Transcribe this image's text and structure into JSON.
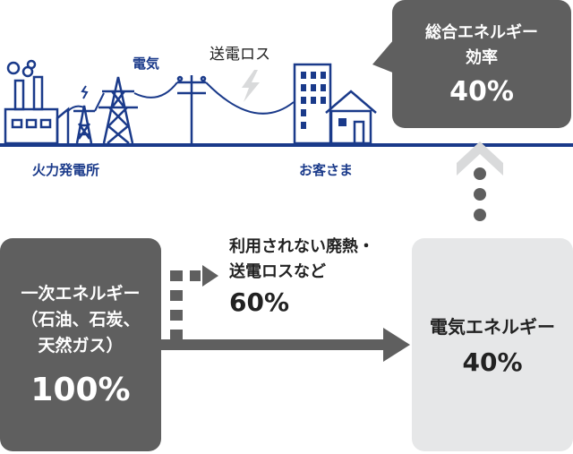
{
  "top": {
    "power_plant_label": "火力発電所",
    "electricity_label": "電気",
    "transmission_loss_label": "送電ロス",
    "customer_label": "お客さま"
  },
  "efficiency_bubble": {
    "line1": "総合エネルギー",
    "line2": "効率",
    "value": "40%"
  },
  "primary_energy": {
    "line1": "一次エネルギー",
    "line2": "（石油、石炭、",
    "line3": "天然ガス）",
    "value": "100%"
  },
  "losses": {
    "line1": "利用されない廃熱・",
    "line2": "送電ロスなど",
    "value": "60%"
  },
  "electric_energy": {
    "label": "電気エネルギー",
    "value": "40%"
  },
  "colors": {
    "navy": "#1a3a8a",
    "dark_gray": "#5f5f5f",
    "light_gray": "#e6e7e8",
    "pale_gray": "#d9dadb"
  }
}
